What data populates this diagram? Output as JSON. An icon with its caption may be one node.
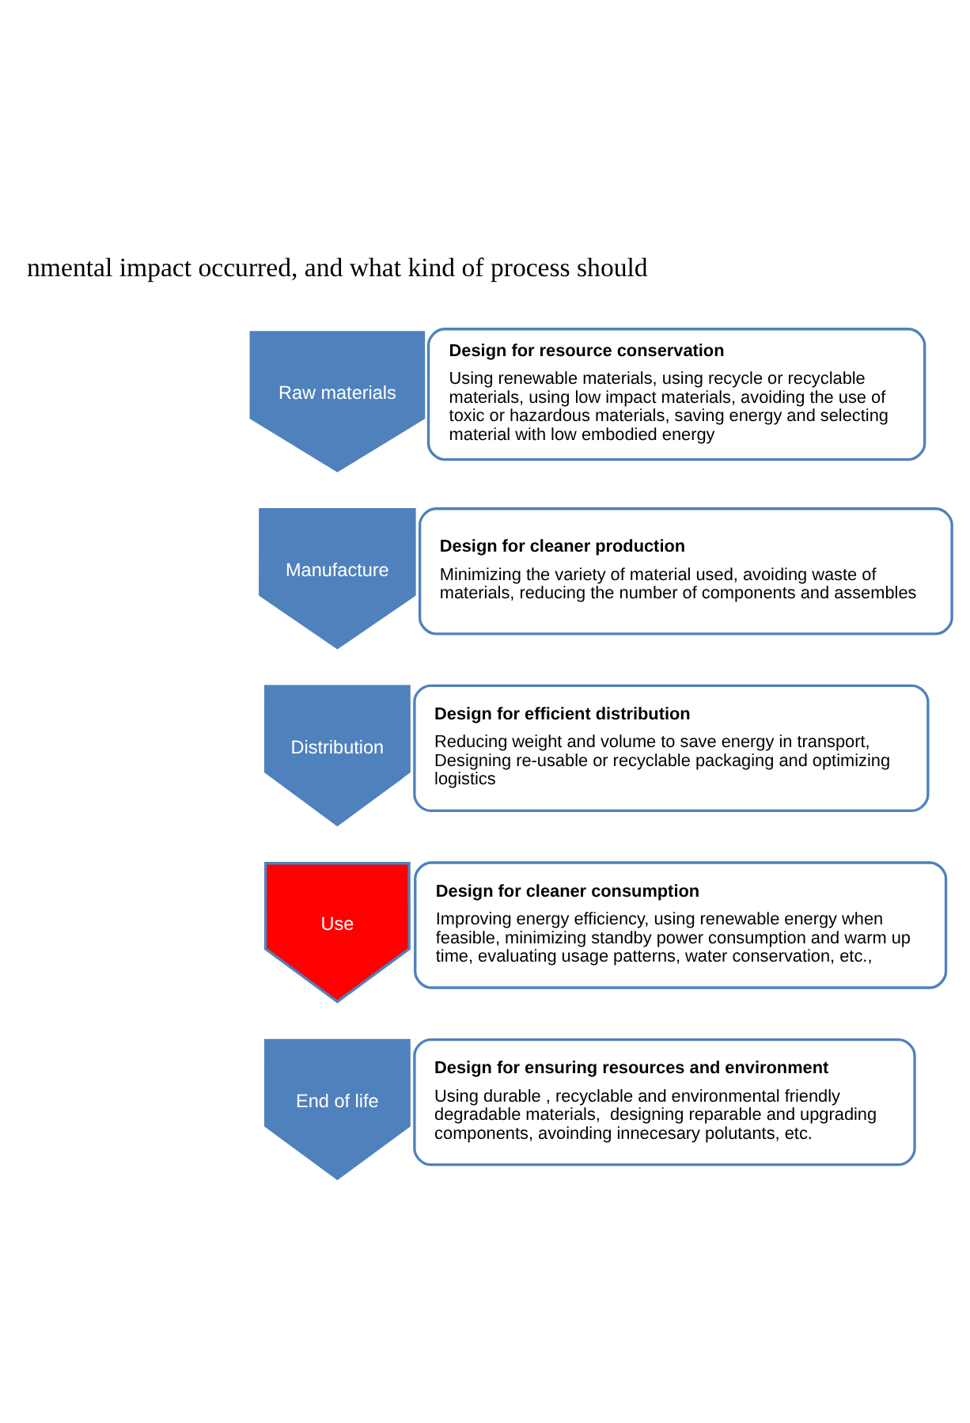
{
  "diagram": {
    "nodes": [
      {
        "text": [
          "Raw materials"
        ]
      },
      {
        "text": [
          "Design for resource conservation",
          "Using renewable materials, using recycle or recyclable materials, using low impact materials, avoiding the use of toxic or hazardous materials, saving energy and selecting material with low embodied energy"
        ]
      },
      {
        "text": [
          "Manufacture"
        ]
      },
      {
        "text": [
          "Design for cleaner production",
          "Minimizing the variety of material used, avoiding waste of materials, reducing the number of components and assembles"
        ]
      },
      {
        "text": [
          "Distribution"
        ]
      },
      {
        "text": [
          "Design for efficient distribution",
          "Reducing weight and volume to save energy in transport, Designing re-usable or recyclable packaging and optimizing logistics"
        ]
      },
      {
        "text": [
          "Use"
        ]
      },
      {
        "text": [
          "Design for cleaner consumption",
          "Improving energy efficiency, using renewable energy when feasible, minimizing standby power consumption and warm up time, evaluating usage patterns, water conservation, etc.,"
        ]
      },
      {
        "text": [
          "End of life"
        ]
      },
      {
        "text": [
          "Design for ensuring resources and environment",
          "Using durable , recyclable and environmental friendly degradable materials,  designing reparable and upgrading components, avoinding innecesary polutants, etc."
        ]
      }
    ],
    "edges": [],
    "labels": [
      "nmental impact occurred, and what kind of process should"
    ]
  }
}
